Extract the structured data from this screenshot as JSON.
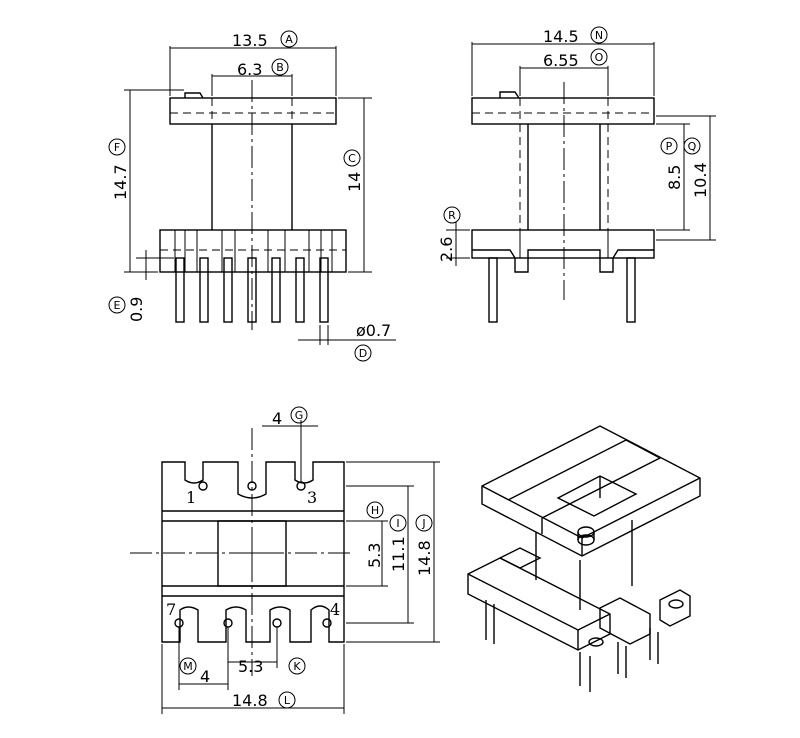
{
  "front_view": {
    "dim_width": "13.5",
    "tag_width": "A",
    "dim_core": "6.3",
    "tag_core": "B",
    "dim_height": "14.7",
    "tag_height": "F",
    "dim_flange_to_base": "14",
    "tag_flange_to_base": "C",
    "dim_standoff": "0.9",
    "tag_standoff": "E",
    "dim_pin_dia": "ø0.7",
    "tag_pin_dia": "D"
  },
  "side_view": {
    "dim_width": "14.5",
    "tag_width": "N",
    "dim_core": "6.55",
    "tag_core": "O",
    "dim_window": "8.5",
    "tag_window": "P",
    "dim_total": "10.4",
    "tag_total": "Q",
    "dim_base": "2.6",
    "tag_base": "R"
  },
  "bottom_view": {
    "dim_pin_pitch_top": "4",
    "tag_pin_pitch_top": "G",
    "tag_h": "H",
    "dim_inner": "5.3",
    "tag_inner": "I",
    "dim_row_spacing": "11.1",
    "dim_depth": "14.8",
    "tag_depth": "J",
    "dim_pin_pitch_bottom": "4",
    "tag_pin_pitch_bottom": "M",
    "dim_span_bottom": "5.3",
    "tag_span_bottom": "K",
    "dim_width": "14.8",
    "tag_width": "L",
    "pin_1": "1",
    "pin_3": "3",
    "pin_7": "7",
    "pin_4": "4"
  }
}
